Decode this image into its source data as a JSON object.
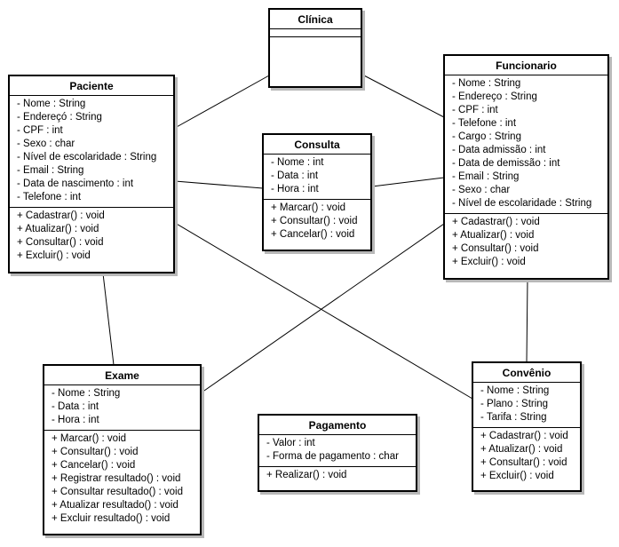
{
  "classes": {
    "clinica": {
      "name": "Clínica",
      "attributes": [],
      "methods": []
    },
    "paciente": {
      "name": "Paciente",
      "attributes": [
        "- Nome : String",
        "- Endereçó : String",
        "- CPF : int",
        "- Sexo : char",
        "- Nível de escolaridade : String",
        "- Email : String",
        "- Data de nascimento : int",
        "- Telefone : int"
      ],
      "methods": [
        "+ Cadastrar() : void",
        "+ Atualizar() : void",
        "+ Consultar() : void",
        "+ Excluir() : void"
      ]
    },
    "consulta": {
      "name": "Consulta",
      "attributes": [
        "- Nome : int",
        "- Data : int",
        "- Hora : int"
      ],
      "methods": [
        "+ Marcar() : void",
        "+ Consultar() : void",
        "+ Cancelar() : void"
      ]
    },
    "funcionario": {
      "name": "Funcionario",
      "attributes": [
        "- Nome : String",
        "- Endereço : String",
        "- CPF : int",
        "- Telefone : int",
        "- Cargo : String",
        "- Data admissão : int",
        "- Data de demissão : int",
        "- Email : String",
        "- Sexo : char",
        "- Nível de escolaridade : String"
      ],
      "methods": [
        "+ Cadastrar() : void",
        "+ Atualizar() : void",
        "+ Consultar() : void",
        "+ Excluir() : void"
      ]
    },
    "exame": {
      "name": "Exame",
      "attributes": [
        "- Nome : String",
        "- Data : int",
        "- Hora : int"
      ],
      "methods": [
        "+ Marcar() : void",
        "+ Consultar() : void",
        "+ Cancelar() : void",
        "+ Registrar resultado() : void",
        "+ Consultar resultado() : void",
        "+ Atualizar resultado() : void",
        "+ Excluir resultado() : void"
      ]
    },
    "pagamento": {
      "name": "Pagamento",
      "attributes": [
        "- Valor : int",
        "- Forma de pagamento : char"
      ],
      "methods": [
        "+ Realizar() : void"
      ]
    },
    "convenio": {
      "name": "Convênio",
      "attributes": [
        "- Nome : String",
        "- Plano : String",
        "- Tarifa : String"
      ],
      "methods": [
        "+ Cadastrar() : void",
        "+ Atualizar() : void",
        "+ Consultar() : void",
        "+ Excluir() : void"
      ]
    }
  },
  "associations": [
    [
      "paciente",
      "clinica"
    ],
    [
      "clinica",
      "funcionario"
    ],
    [
      "paciente",
      "consulta"
    ],
    [
      "consulta",
      "funcionario"
    ],
    [
      "paciente",
      "exame"
    ],
    [
      "paciente",
      "convenio"
    ],
    [
      "funcionario",
      "exame"
    ],
    [
      "funcionario",
      "convenio"
    ]
  ]
}
